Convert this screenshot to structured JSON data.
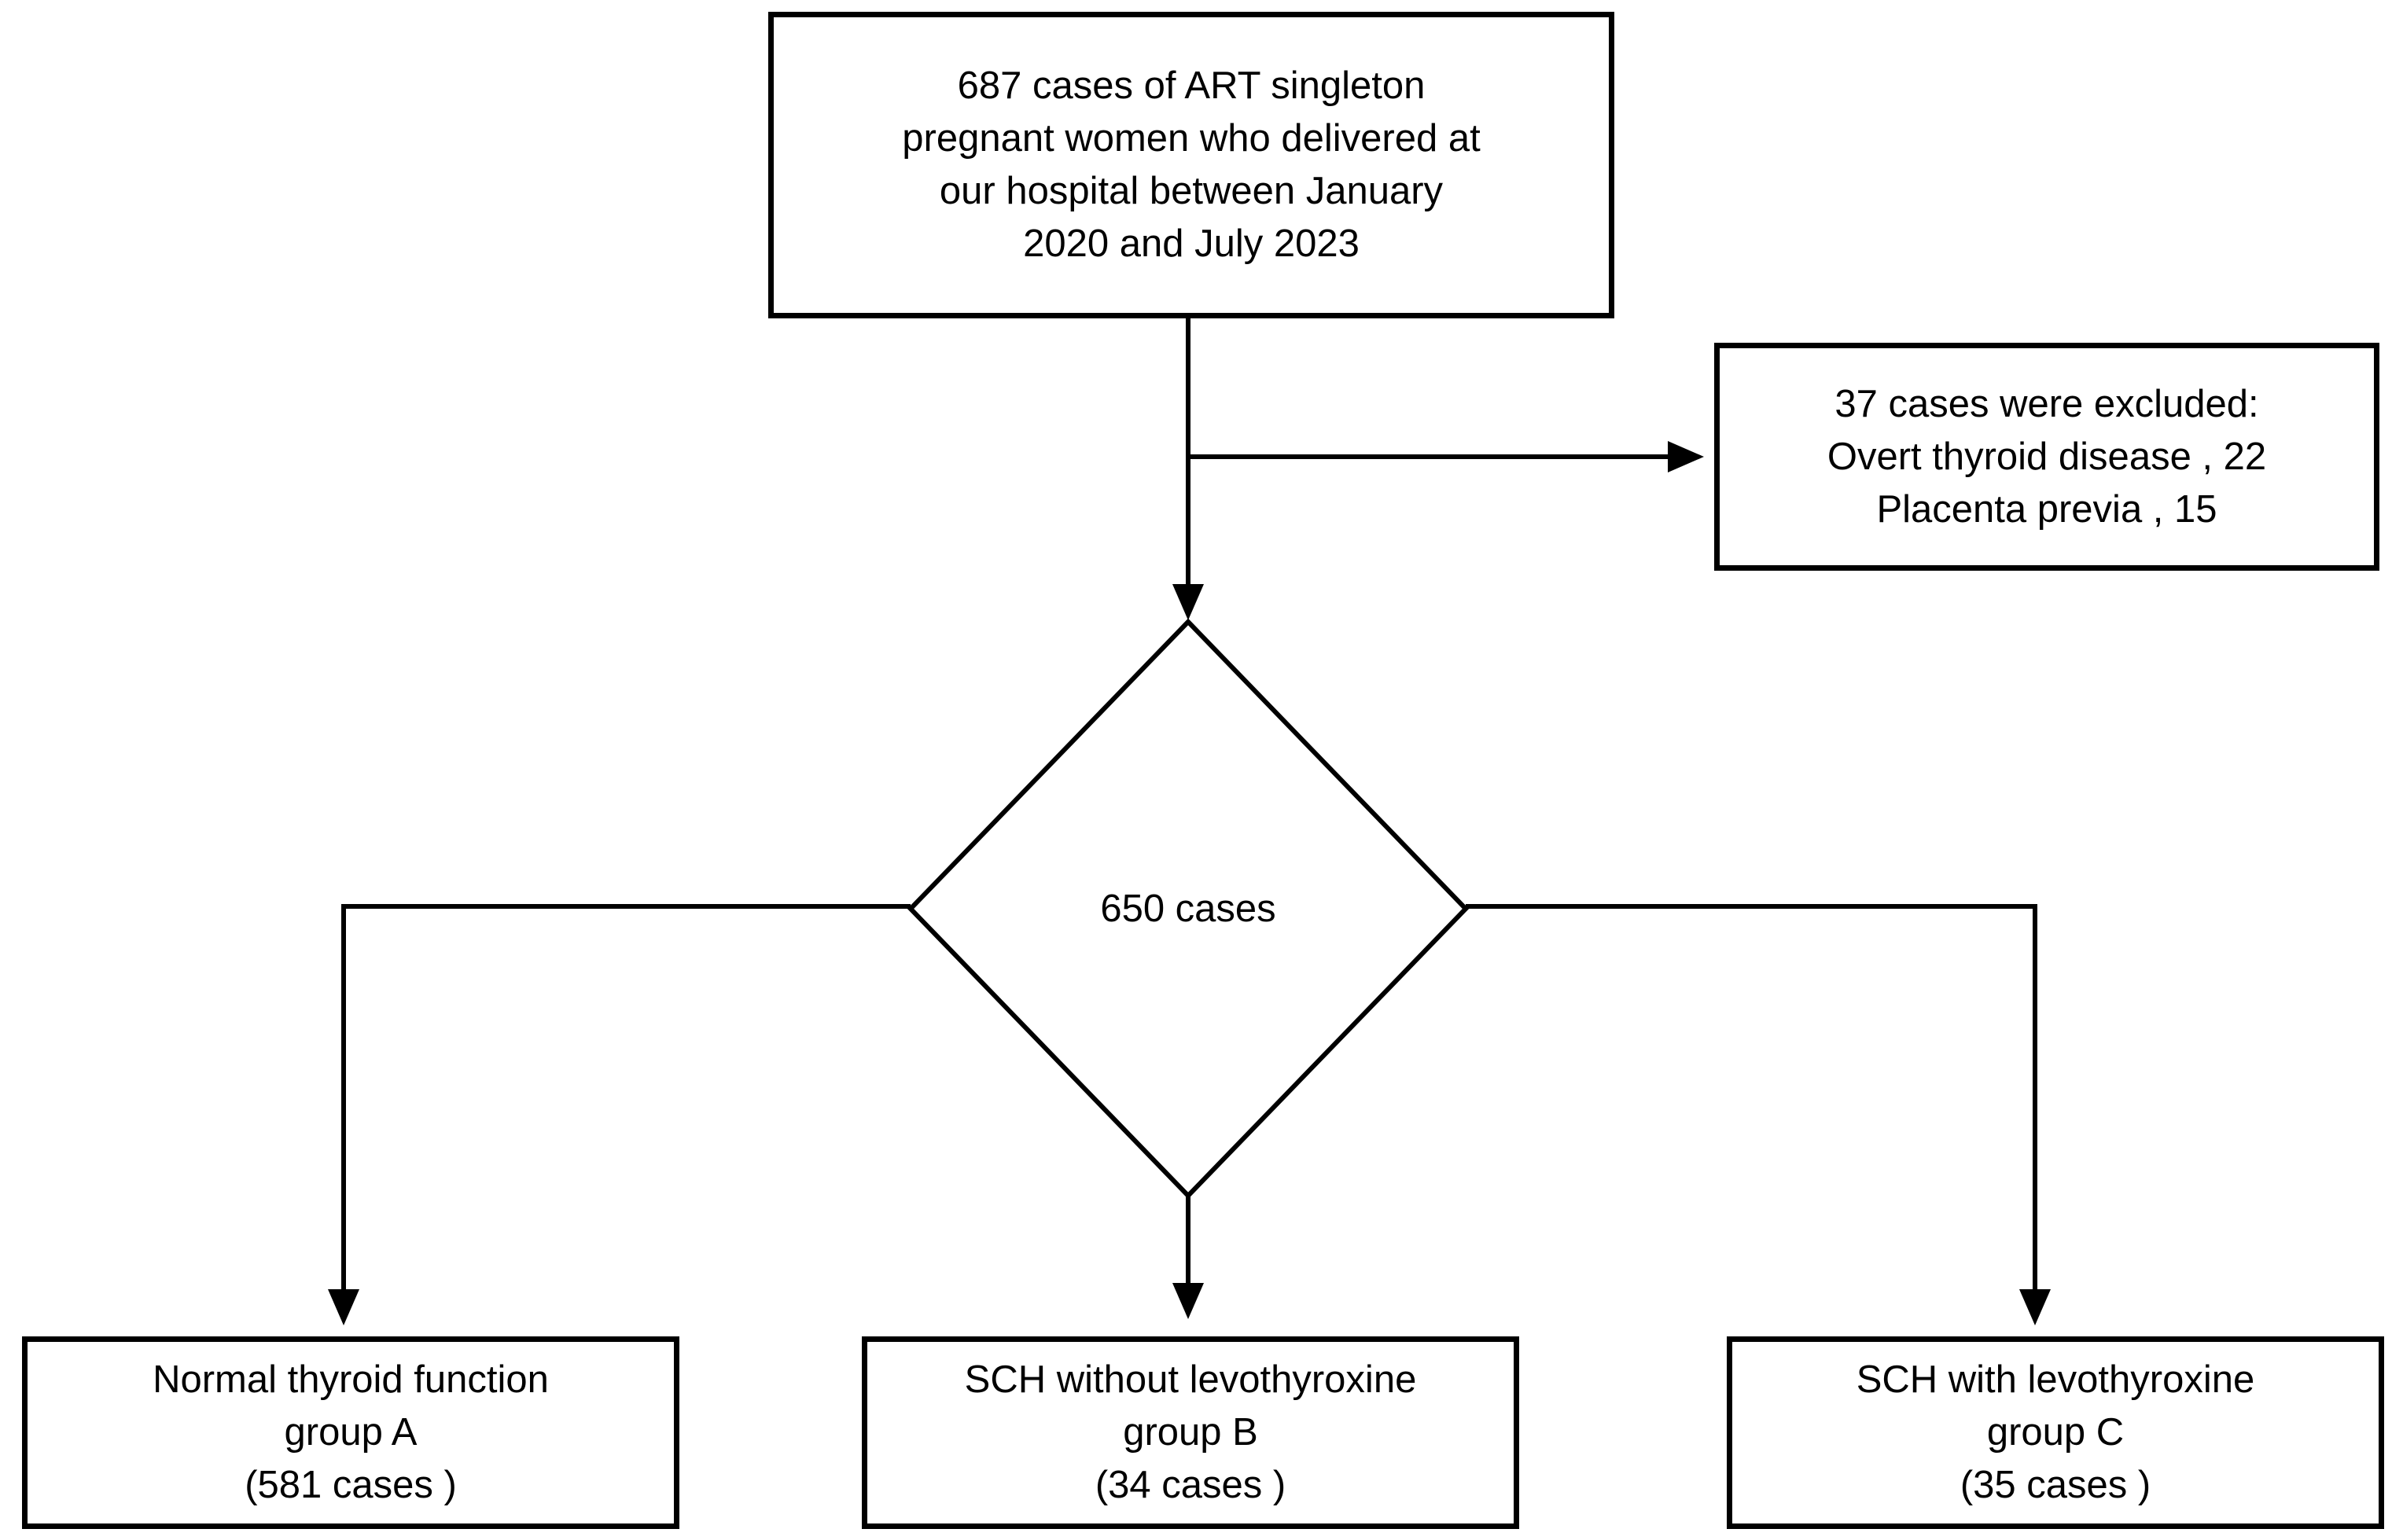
{
  "figure": {
    "background_color": "#ffffff",
    "ink_color": "#000000",
    "nodes": {
      "source": {
        "lines": [
          "687 cases of ART singleton",
          "pregnant women who delivered at",
          "our hospital between January",
          "2020 and July 2023"
        ]
      },
      "excluded": {
        "lines": [
          "37 cases were excluded:",
          "Overt thyroid disease , 22",
          "Placenta previa , 15"
        ]
      },
      "decision": {
        "label": "650 cases"
      },
      "group_a": {
        "lines": [
          "Normal thyroid function",
          "group A",
          "(581 cases )"
        ]
      },
      "group_b": {
        "lines": [
          "SCH without levothyroxine",
          "group B",
          "(34 cases )"
        ]
      },
      "group_c": {
        "lines": [
          "SCH with levothyroxine",
          "group C",
          "(35 cases )"
        ]
      }
    }
  }
}
